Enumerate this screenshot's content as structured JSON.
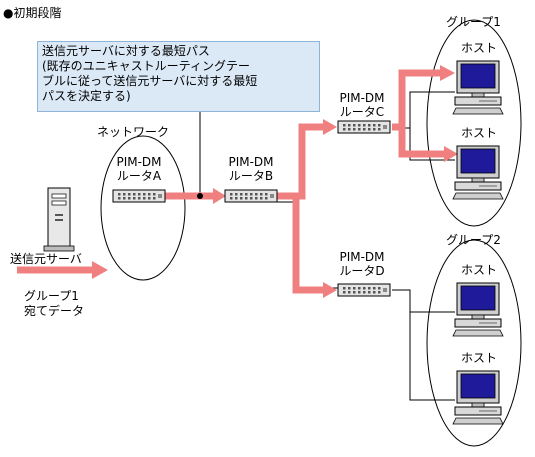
{
  "title": "●初期段階",
  "callout": {
    "line1": "送信元サーバに対する最短パス",
    "line2": "(既存のユニキャストルーティングテー",
    "line3": "ブルに従って送信元サーバに対する最短",
    "line4": "パスを決定する)"
  },
  "network_label": "ネットワーク",
  "source_server_label": "送信元サーバ",
  "data_label_line1": "グループ1",
  "data_label_line2": "宛てデータ",
  "routers": {
    "a": {
      "line1": "PIM-DM",
      "line2": "ルータA"
    },
    "b": {
      "line1": "PIM-DM",
      "line2": "ルータB"
    },
    "c": {
      "line1": "PIM-DM",
      "line2": "ルータC"
    },
    "d": {
      "line1": "PIM-DM",
      "line2": "ルータD"
    }
  },
  "groups": {
    "group1": "グループ1",
    "group2": "グループ2"
  },
  "host_label": "ホスト",
  "colors": {
    "path": "#f08080",
    "monitor_screen": "#1f1a9a",
    "router_body": "#e4e4e4",
    "callout_bg": "#dbe9f7"
  }
}
